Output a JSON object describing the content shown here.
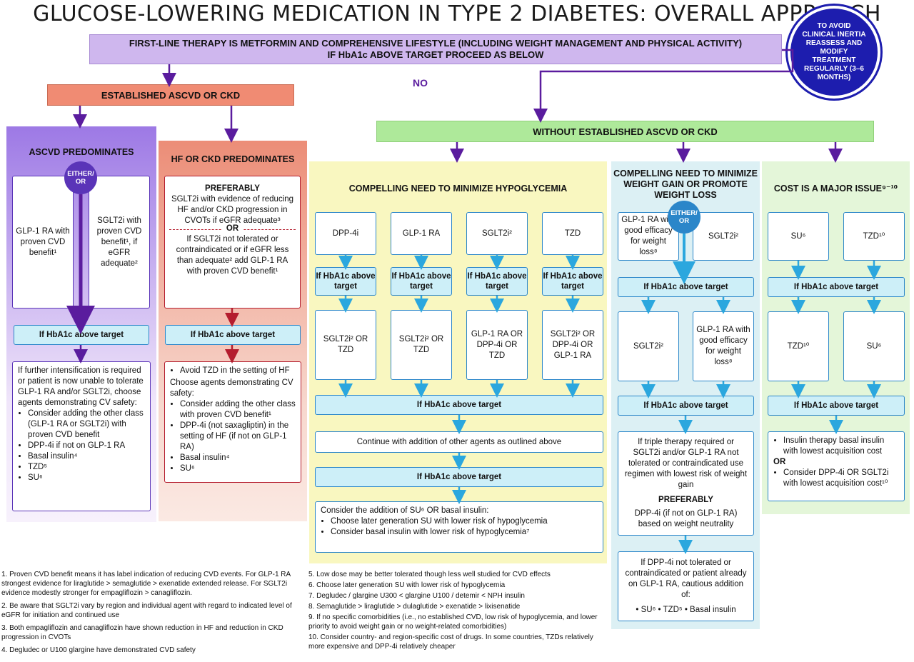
{
  "title": "GLUCOSE-LOWERING MEDICATION IN TYPE 2 DIABETES: OVERALL APPROACH",
  "banner": {
    "line1": "FIRST-LINE THERAPY IS METFORMIN AND COMPREHENSIVE LIFESTYLE (INCLUDING WEIGHT MANAGEMENT AND PHYSICAL ACTIVITY)",
    "line2": "IF HbA1c ABOVE TARGET PROCEED AS BELOW"
  },
  "reassess": "TO AVOID CLINICAL INERTIA REASSESS AND MODIFY TREATMENT REGULARLY (3–6 MONTHS)",
  "established": "ESTABLISHED ASCVD OR CKD",
  "no_label": "NO",
  "without": "WITHOUT ESTABLISHED ASCVD OR CKD",
  "ascvd": {
    "title": "ASCVD PREDOMINATES",
    "either": "EITHER/ OR",
    "glp1": "GLP-1 RA with proven CVD benefit¹",
    "sglt2": "SGLT2i with proven CVD benefit¹, if eGFR adequate²",
    "hba": "If HbA1c above target",
    "intro": "If further intensification is required or patient is now unable to tolerate GLP-1 RA and/or SGLT2i, choose agents demonstrating CV safety:",
    "items": [
      "Consider adding the other class (GLP-1 RA or SGLT2i) with proven CVD benefit",
      "DPP-4i if not on GLP-1 RA",
      "Basal insulin⁴",
      "TZD⁵",
      "SU⁶"
    ]
  },
  "hf": {
    "title": "HF OR CKD PREDOMINATES",
    "preferably": "PREFERABLY",
    "pref_text": "SGLT2i with evidence of reducing HF and/or CKD progression in CVOTs if eGFR adequate³",
    "or": "OR",
    "alt_text": "If SGLT2i not tolerated or contraindicated or if eGFR less than adequate² add GLP-1 RA with proven CVD benefit¹",
    "hba": "If HbA1c above target",
    "avoid": "Avoid TZD in the setting of HF",
    "choose": "Choose agents demonstrating CV safety:",
    "items": [
      "Consider adding the other class with proven CVD benefit¹",
      "DPP-4i (not saxagliptin) in the setting of HF (if not on GLP-1 RA)",
      "Basal insulin⁴",
      "SU⁶"
    ]
  },
  "hypo": {
    "title": "COMPELLING NEED TO MINIMIZE HYPOGLYCEMIA",
    "drugs": [
      "DPP-4i",
      "GLP-1 RA",
      "SGLT2i²",
      "TZD"
    ],
    "hba_short": "If HbA1c above target",
    "second": [
      "SGLT2i² OR TZD",
      "SGLT2i² OR TZD",
      "GLP-1 RA OR DPP-4i OR TZD",
      "SGLT2i² OR DPP-4i OR GLP-1 RA"
    ],
    "hba": "If HbA1c above target",
    "continue": "Continue with addition of other agents as outlined above",
    "hba2": "If HbA1c above target",
    "consider": "Consider the addition of SU⁶ OR basal insulin:",
    "items": [
      "Choose later generation SU with lower risk of hypoglycemia",
      "Consider basal insulin with lower risk of hypoglycemia⁷"
    ]
  },
  "weight": {
    "title": "COMPELLING NEED TO MINIMIZE WEIGHT GAIN OR PROMOTE WEIGHT LOSS",
    "either": "EITHER/ OR",
    "glp1": "GLP-1 RA with good efficacy for weight loss⁸",
    "sglt2": "SGLT2i²",
    "hba": "If HbA1c above target",
    "second_a": "SGLT2i²",
    "second_b": "GLP-1 RA with good efficacy for weight loss⁸",
    "hba2": "If HbA1c above target",
    "triple": "If triple therapy required or SGLT2i and/or GLP-1 RA not tolerated or contraindicated use regimen with lowest risk of weight gain",
    "preferably": "PREFERABLY",
    "pref_text": "DPP-4i (if not on GLP-1 RA) based on weight neutrality",
    "last": "If DPP-4i not tolerated or contraindicated or patient already on GLP-1 RA, cautious addition of:",
    "last_items": "•  SU⁶  •  TZD⁵  •  Basal insulin"
  },
  "cost": {
    "title": "COST IS A MAJOR ISSUE⁹⁻¹⁰",
    "a": "SU⁶",
    "b": "TZD¹⁰",
    "hba": "If HbA1c above target",
    "second_a": "TZD¹⁰",
    "second_b": "SU⁶",
    "hba2": "If HbA1c above target",
    "item1": "Insulin therapy basal insulin with lowest acquisition cost",
    "or": "OR",
    "item2": "Consider DPP-4i OR SGLT2i with lowest acquisition cost¹⁰"
  },
  "footnotes_left": [
    "1.  Proven CVD benefit means it has label indication of reducing CVD events. For GLP-1 RA strongest evidence for liraglutide > semaglutide > exenatide extended release. For SGLT2i evidence modestly stronger for empagliflozin > canagliflozin.",
    "2.  Be aware that SGLT2i vary by region and individual agent with regard to indicated level of eGFR for initiation and continued use",
    "3.  Both empagliflozin and canagliflozin have shown reduction in HF and reduction in CKD progression in CVOTs",
    "4.  Degludec or U100 glargine have demonstrated CVD safety"
  ],
  "footnotes_right": [
    "5.  Low dose may be better tolerated though less well studied for CVD effects",
    "6.  Choose later generation SU with lower risk of hypoglycemia",
    "7.  Degludec / glargine U300 < glargine U100 / detemir < NPH insulin",
    "8.  Semaglutide > liraglutide > dulaglutide > exenatide > lixisenatide",
    "9.  If no specific comorbidities (i.e., no established CVD, low risk of hypoglycemia, and lower priority to avoid weight gain or no weight-related comorbidities)",
    "10. Consider country- and region-specific cost of drugs. In some countries, TZDs relatively more expensive and DPP-4i relatively cheaper"
  ],
  "colors": {
    "purple": "#5a34b8",
    "red": "#b41d2e",
    "blue": "#2b86c9",
    "navy": "#1d1dae"
  }
}
